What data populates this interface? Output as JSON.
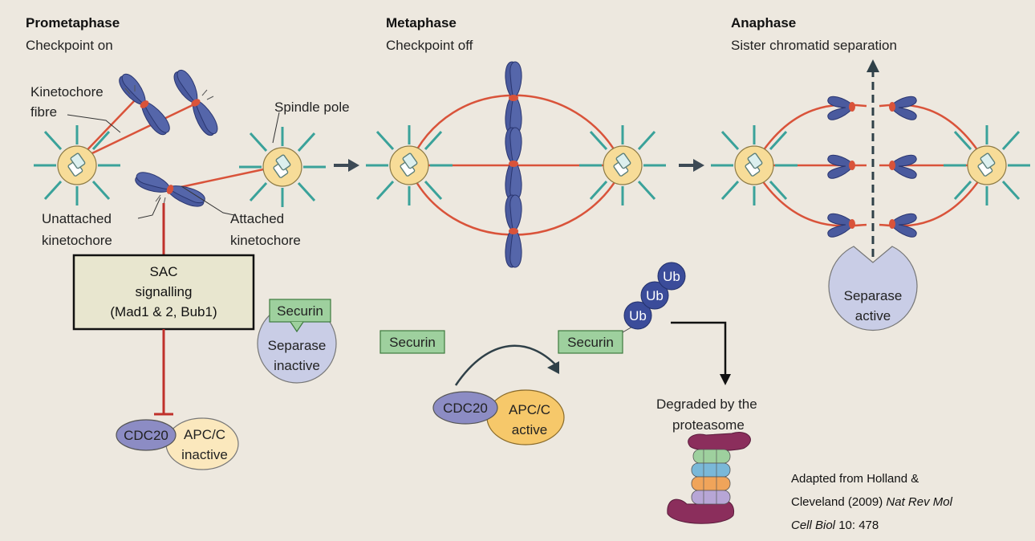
{
  "phases": {
    "prometaphase": {
      "title": "Prometaphase",
      "subtitle": "Checkpoint on"
    },
    "metaphase": {
      "title": "Metaphase",
      "subtitle": "Checkpoint off"
    },
    "anaphase": {
      "title": "Anaphase",
      "subtitle": "Sister chromatid separation"
    }
  },
  "labels": {
    "kinetochore_fibre_1": "Kinetochore",
    "kinetochore_fibre_2": "fibre",
    "spindle_pole": "Spindle pole",
    "unattached_1": "Unattached",
    "unattached_2": "kinetochore",
    "attached_1": "Attached",
    "attached_2": "kinetochore",
    "degraded_1": "Degraded by the",
    "degraded_2": "proteasome"
  },
  "sac_box": {
    "line1": "SAC",
    "line2": "signalling",
    "line3": "(Mad1 & 2, Bub1)"
  },
  "proteins": {
    "securin": "Securin",
    "separase": "Separase",
    "inactive": "inactive",
    "active": "active",
    "cdc20": "CDC20",
    "apc_c": "APC/C",
    "ub": "Ub"
  },
  "credit": {
    "line1": "Adapted from Holland &",
    "line2_plain": "Cleveland (2009) ",
    "line2_italic": "Nat Rev Mol",
    "line3_italic": "Cell Biol",
    "line3_plain": " 10: 478"
  },
  "colors": {
    "background": "#ede8df",
    "chromosome": "#4a5a9e",
    "fibre": "#d9533a",
    "pole_fill": "#f7dc98",
    "pole_ray": "#3aa29a",
    "securin_fill": "#9ed09e",
    "separase_fill": "#c9cde6",
    "cdc20_fill": "#8c8cc4",
    "apc_active_fill": "#f6c86a",
    "apc_inactive_fill": "#fbe8bd",
    "sac_box_fill": "#e8e6cf",
    "ub_fill": "#3b4c9a"
  }
}
